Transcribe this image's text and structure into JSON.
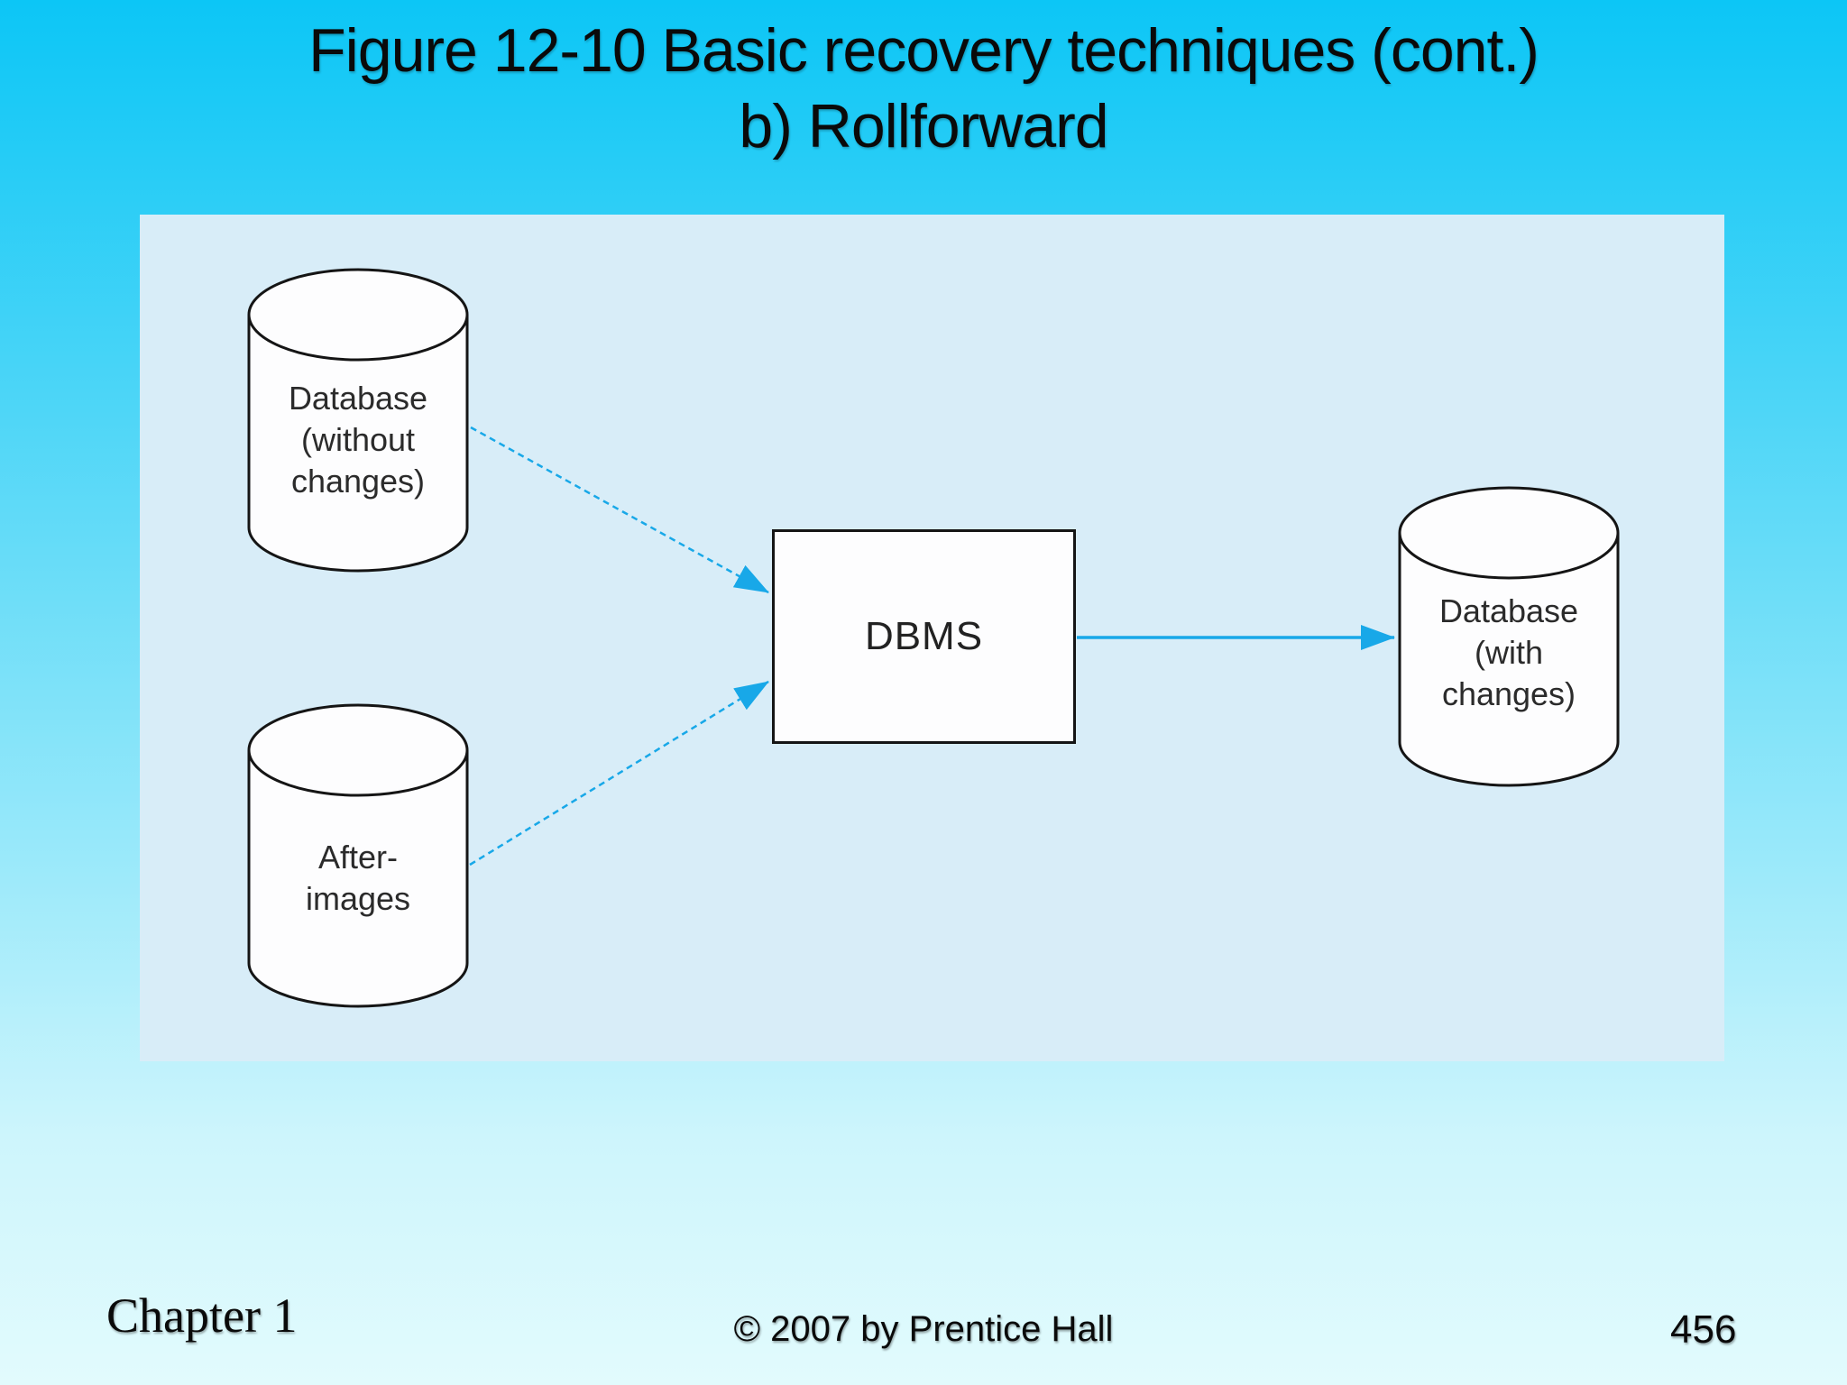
{
  "slide": {
    "title_line1": "Figure 12-10 Basic recovery techniques (cont.)",
    "title_line2": "b) Rollforward",
    "background_top": "#0cc6f6",
    "background_bottom": "#e2fbfd"
  },
  "diagram": {
    "panel_color": "#d8edf8",
    "arrow_color": "#18a8e8",
    "node_fill": "#fdfdfe",
    "node_stroke": "#151515",
    "nodes": {
      "source_db": {
        "type": "cylinder",
        "label": "Database\n(without\nchanges)"
      },
      "after_images": {
        "type": "cylinder",
        "label": "After-\nimages"
      },
      "dbms": {
        "type": "process-box",
        "label": "DBMS"
      },
      "result_db": {
        "type": "cylinder",
        "label": "Database\n(with\nchanges)"
      }
    },
    "edges": [
      {
        "from": "source_db",
        "to": "dbms",
        "style": "dashed"
      },
      {
        "from": "after_images",
        "to": "dbms",
        "style": "dashed"
      },
      {
        "from": "dbms",
        "to": "result_db",
        "style": "solid"
      }
    ]
  },
  "footer": {
    "chapter": "Chapter 1",
    "copyright": "© 2007 by Prentice Hall",
    "page_number": "456"
  }
}
